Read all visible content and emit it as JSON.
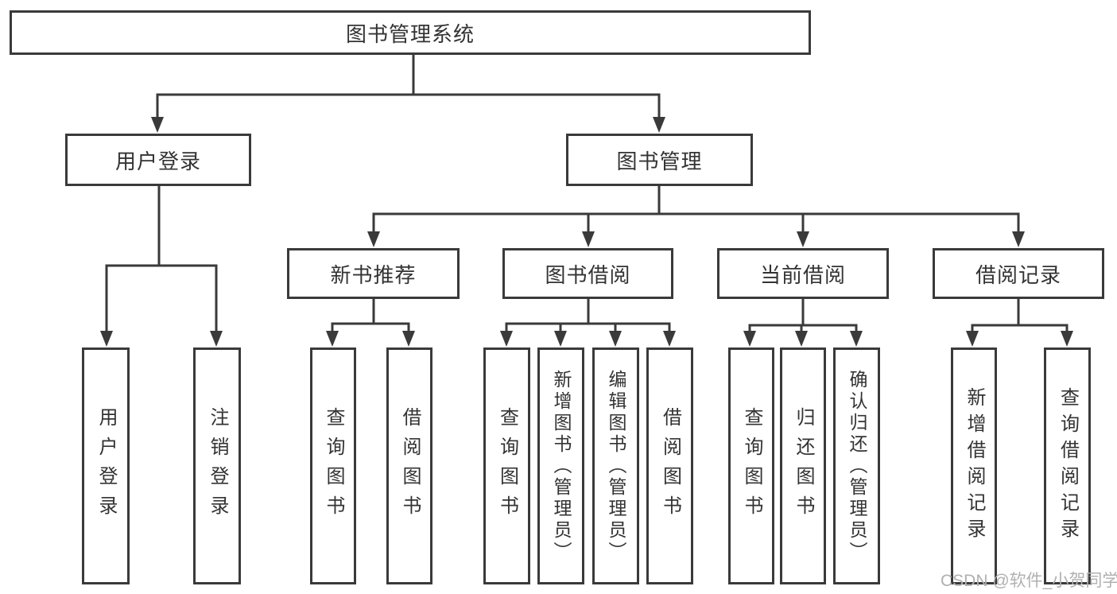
{
  "tree": {
    "label": "图书管理系统",
    "children": [
      {
        "label": "用户登录",
        "children": [
          {
            "label": "用户登录"
          },
          {
            "label": "注销登录"
          }
        ]
      },
      {
        "label": "图书管理",
        "children": [
          {
            "label": "新书推荐",
            "children": [
              {
                "label": "查询图书"
              },
              {
                "label": "借阅图书"
              }
            ]
          },
          {
            "label": "图书借阅",
            "children": [
              {
                "label": "查询图书"
              },
              {
                "label": "新增图书（管理员）"
              },
              {
                "label": "编辑图书（管理员）"
              },
              {
                "label": "借阅图书"
              }
            ]
          },
          {
            "label": "当前借阅",
            "children": [
              {
                "label": "查询图书"
              },
              {
                "label": "归还图书"
              },
              {
                "label": "确认归还（管理员）"
              }
            ]
          },
          {
            "label": "借阅记录",
            "children": [
              {
                "label": "新增借阅记录"
              },
              {
                "label": "查询借阅记录"
              }
            ]
          }
        ]
      }
    ]
  },
  "watermark": "CSDN @软件_小贺同学",
  "colors": {
    "line": "#3a3a3a",
    "text": "#333333",
    "box_background": "#ffffff",
    "watermark": "#b0b0b0"
  }
}
